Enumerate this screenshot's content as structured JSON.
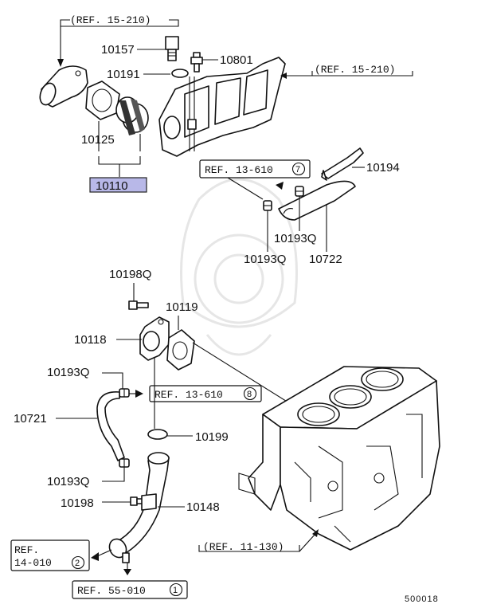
{
  "labels": {
    "ref_15_210_top": "(REF. 15-210)",
    "ref_15_210_right": "(REF. 15-210)",
    "p10157": "10157",
    "p10801": "10801",
    "p10191": "10191",
    "p10125": "10125",
    "p10110": "10110",
    "ref_13_610_a": "REF. 13-610",
    "ref_13_610_a_num": "7",
    "p10194": "10194",
    "p10193q_a": "10193Q",
    "p10193q_b": "10193Q",
    "p10722": "10722",
    "p10198q": "10198Q",
    "p10119": "10119",
    "p10118": "10118",
    "p10193q_c": "10193Q",
    "ref_13_610_b": "REF. 13-610",
    "ref_13_610_b_num": "8",
    "p10721": "10721",
    "p10199": "10199",
    "p10193q_d": "10193Q",
    "p10198": "10198",
    "p10148": "10148",
    "ref_14_010_line1": "REF.",
    "ref_14_010_line2": "14-010",
    "ref_14_010_num": "2",
    "ref_11_130": "(REF. 11-130)",
    "ref_55_010": "REF. 55-010",
    "ref_55_010_num": "1",
    "diagram_code": "500018"
  },
  "colors": {
    "highlight": "#b8b8e8",
    "line": "#111111"
  }
}
